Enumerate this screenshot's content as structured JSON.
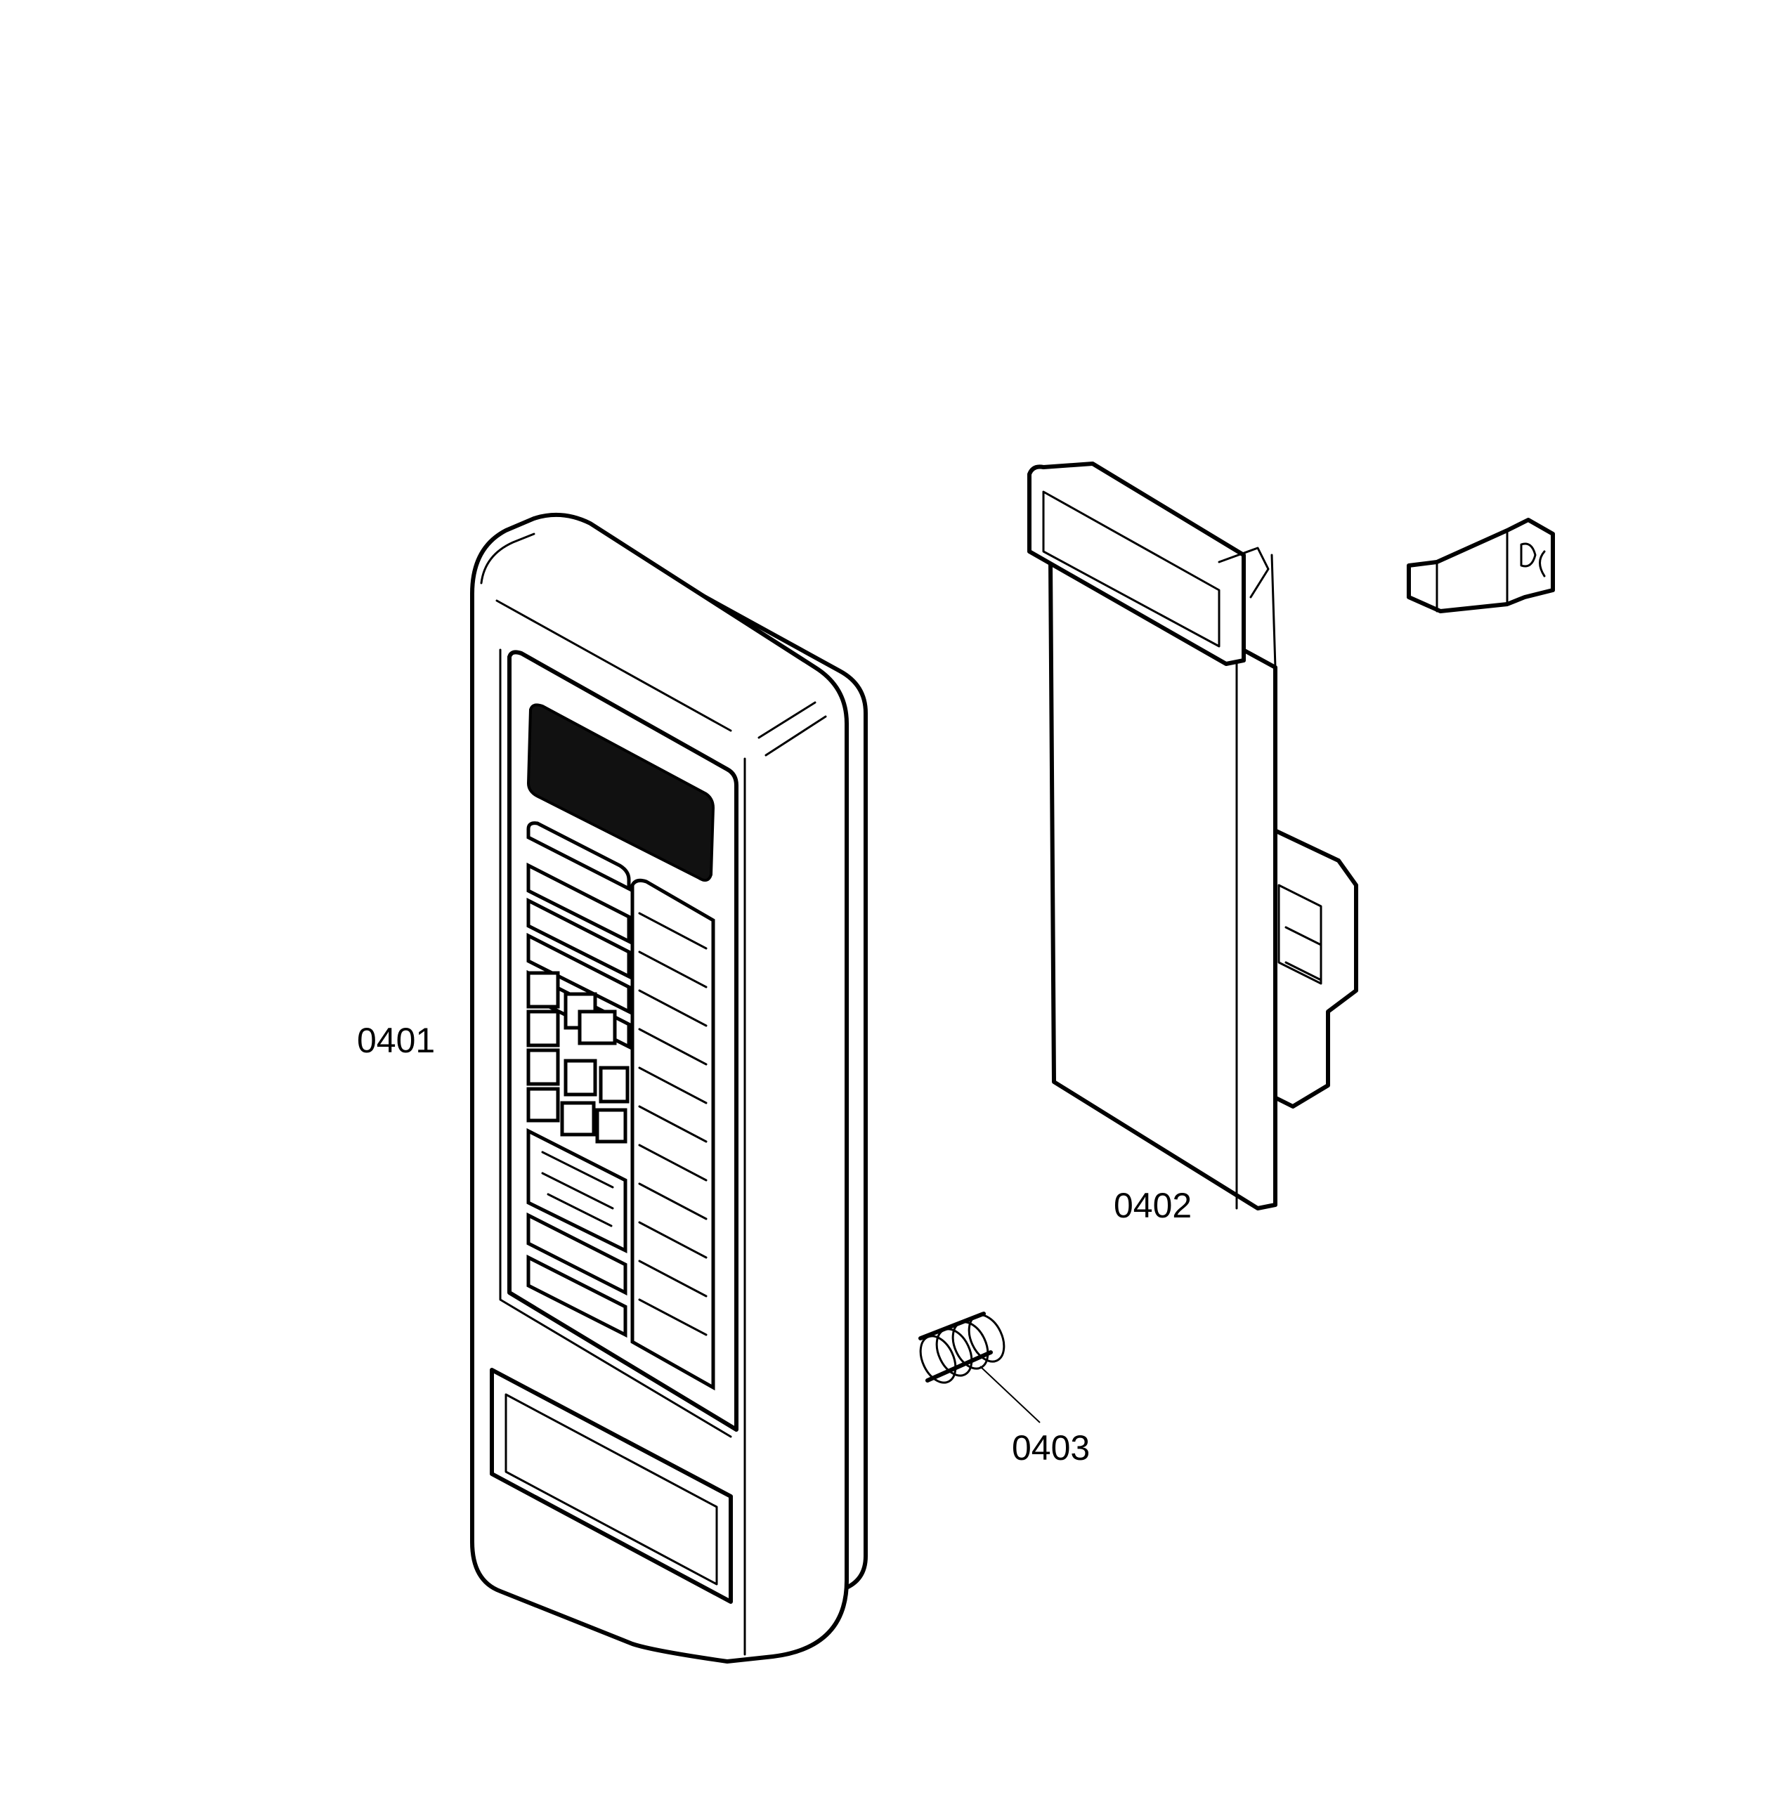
{
  "diagram": {
    "parts": [
      {
        "id": "control-panel-frame",
        "callout": "0401"
      },
      {
        "id": "control-pcb-assembly",
        "callout": "0402"
      },
      {
        "id": "spring",
        "callout": "0403"
      }
    ],
    "colors": {
      "line": "#000000",
      "background": "#ffffff"
    }
  }
}
